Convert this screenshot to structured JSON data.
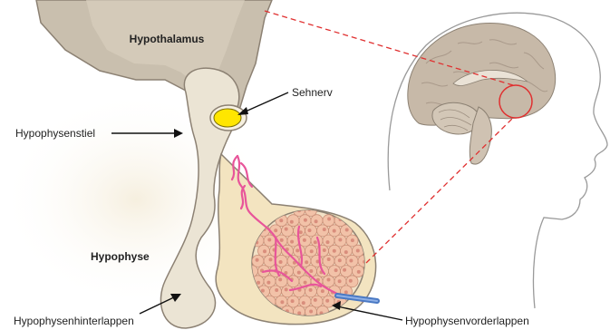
{
  "labels": {
    "hypothalamus": "Hypothalamus",
    "sehnerv": "Sehnerv",
    "hypophysenstiel": "Hypophysenstiel",
    "hypophyse": "Hypophyse",
    "hinterlappen": "Hypophysenhinterlappen",
    "vorderlappen": "Hypophysenvorderlappen"
  },
  "colors": {
    "tissue_dark": "#c9bfae",
    "tissue_mid": "#ddd4c2",
    "tissue_light": "#ebe4d4",
    "gland": "#f3e4c0",
    "outline": "#8c8173",
    "optic_nerve": "#ffe600",
    "vessel": "#e8559a",
    "cell_fill": "#f2c2a8",
    "nucleus": "#d98d7c",
    "vein": "#4a79c4",
    "zoom_line": "#e03030",
    "brain": "#c7b9a8",
    "head_outline": "#9a9a9a"
  }
}
